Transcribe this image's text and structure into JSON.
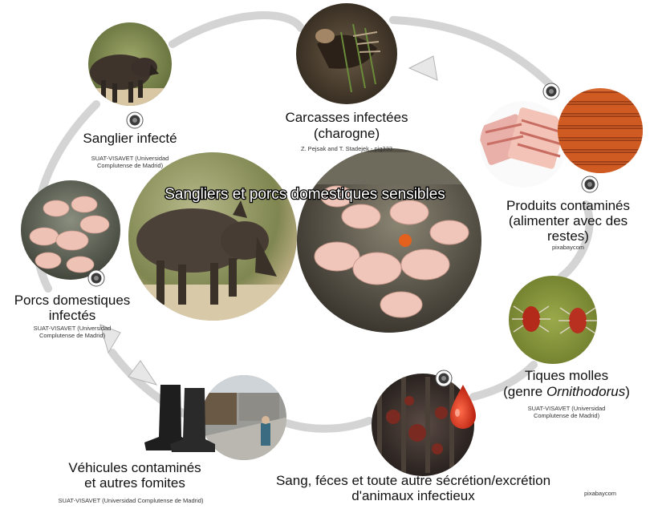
{
  "center": {
    "title": "Sangliers et porcs domestiques sensibles"
  },
  "nodes": {
    "wild_boar": {
      "label": "Sanglier infecté",
      "credit_line1": "SUAT-VISAVET (Universidad",
      "credit_line2": "Complutense de Madrid)"
    },
    "carcasses": {
      "label_line1": "Carcasses infectées",
      "label_line2": "(charogne)",
      "credit": "Z. Pejsak and T. Stadejek - pig333"
    },
    "products": {
      "label_line1": "Produits contaminés",
      "label_line2": "(alimenter avec des",
      "label_line3": "restes)",
      "credit": "pixabaycom"
    },
    "ticks": {
      "label_line1": "Tiques molles",
      "label_line2_prefix": "(genre ",
      "label_line2_italic": "Ornithodorus",
      "label_line2_suffix": ")",
      "credit_line1": "SUAT-VISAVET (Universidad",
      "credit_line2": "Complutense de Madrid)"
    },
    "secretions": {
      "label_line1": "Sang, féces et toute autre sécrétion/excrétion",
      "label_line2": "d'animaux infectieux",
      "credit": "pixabaycom"
    },
    "vehicles": {
      "label_line1": "Véhicules contaminés",
      "label_line2": "et autres fomites",
      "credit": "SUAT-VISAVET (Universidad Complutense de Madrid)"
    },
    "domestic": {
      "label_line1": "Porcs domestiques",
      "label_line2": "infectés",
      "credit_line1": "SUAT-VISAVET (Universidad",
      "credit_line2": "Complutense de Madrid)"
    }
  },
  "colors": {
    "arrow": "#cfcfcf",
    "arrow_edge": "#b5b5b5",
    "virus_badge": "#3b3b3b",
    "blood_drop": "#e03a1e",
    "tick_bg": "#8a9a3a",
    "pig_skin": "#f0c4b8",
    "boar_fur": "#4a3f35"
  },
  "icons": [
    "virus-icon",
    "blood-drop-icon",
    "boot-icon",
    "tick-icon"
  ]
}
